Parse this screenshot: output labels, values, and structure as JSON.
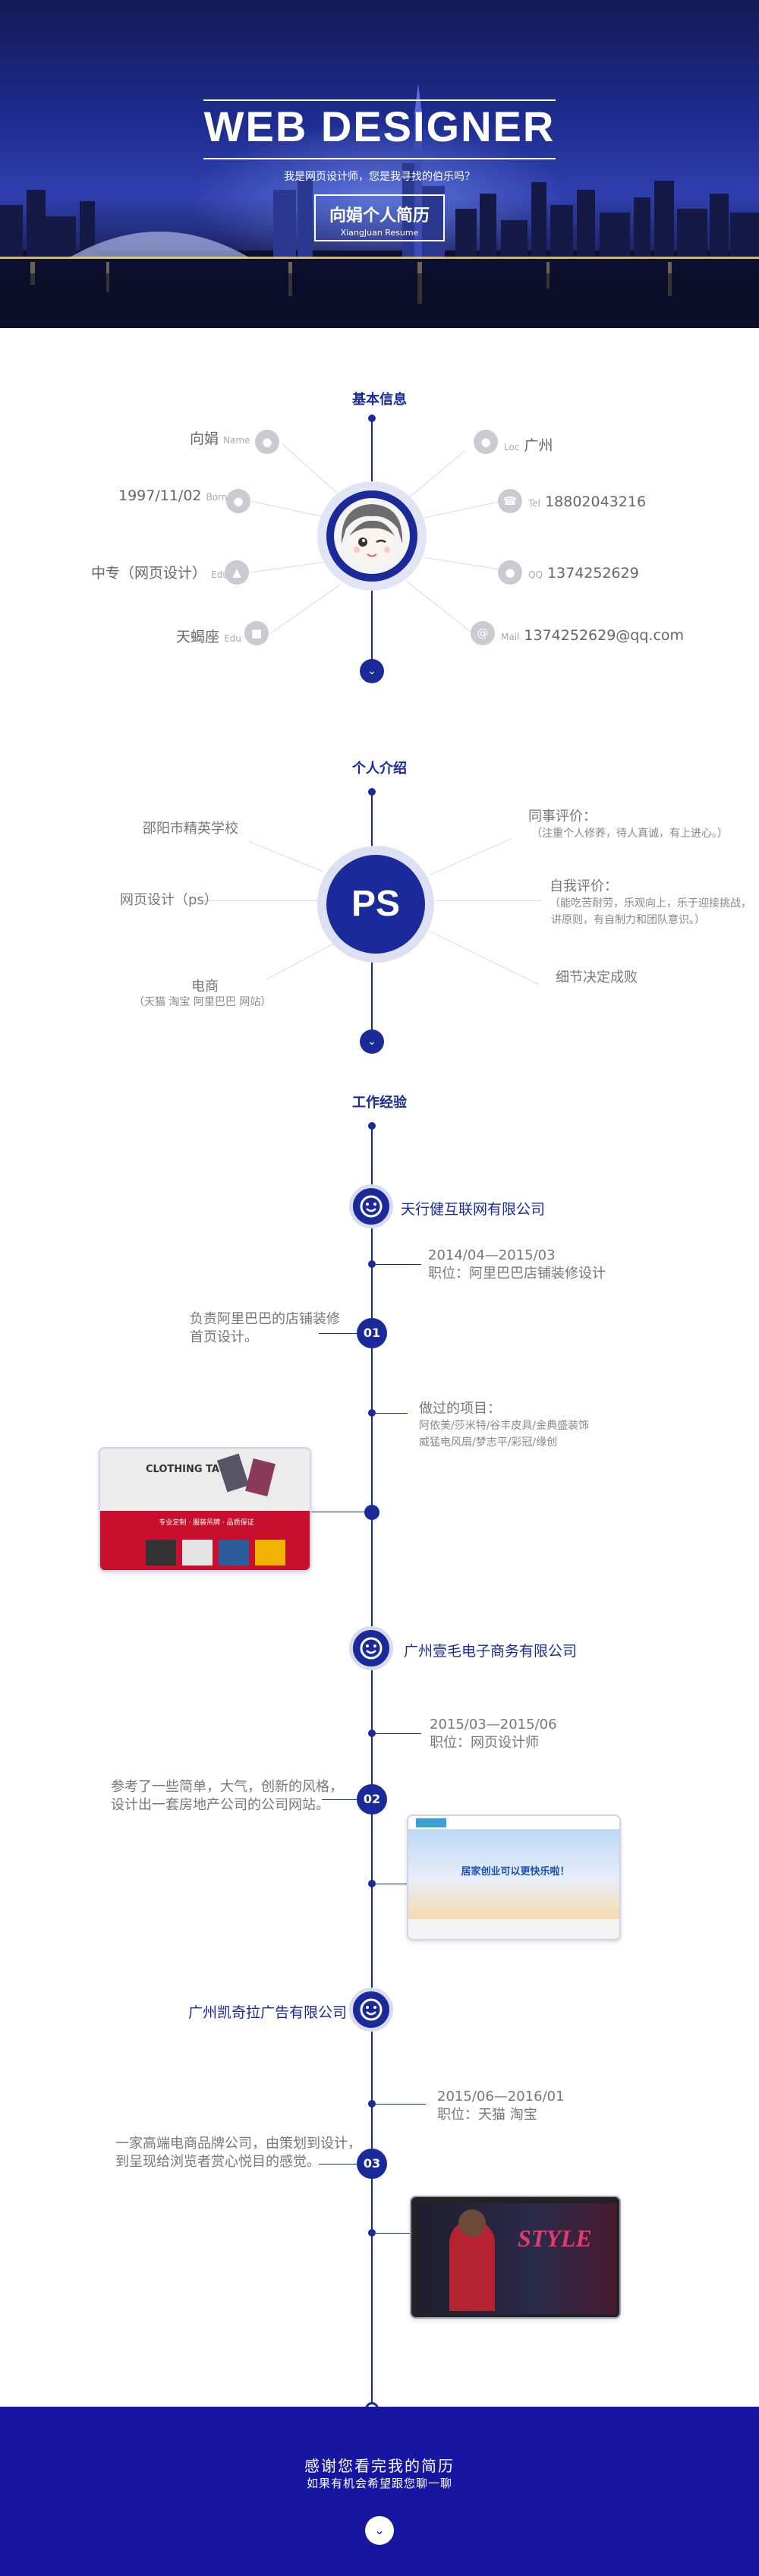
{
  "hero": {
    "title": "WEB DESIGNER",
    "subtitle": "我是网页设计师，您是我寻找的伯乐吗？",
    "name_cn": "向娟个人简历",
    "name_en": "XiangJuan  Resume"
  },
  "basic": {
    "title": "基本信息",
    "left": [
      {
        "value": "向娟",
        "tag": "Name",
        "icon": "user-icon"
      },
      {
        "value": "1997/11/02",
        "tag": "Born",
        "icon": "birthday-icon"
      },
      {
        "value": "中专（网页设计）",
        "tag": "Edu",
        "icon": "graduation-cap-icon"
      },
      {
        "value": "天蝎座",
        "tag": "Edu",
        "icon": "zodiac-icon"
      }
    ],
    "right": [
      {
        "value": "广州",
        "tag": "Loc",
        "icon": "location-icon"
      },
      {
        "value": "18802043216",
        "tag": "Tel",
        "icon": "phone-icon"
      },
      {
        "value": "1374252629",
        "tag": "QQ",
        "icon": "qq-icon"
      },
      {
        "value": "1374252629@qq.com",
        "tag": "Mail",
        "icon": "mail-icon"
      }
    ]
  },
  "intro": {
    "title": "个人介绍",
    "center": "PS",
    "school": "邵阳市精英学校",
    "web": "网页设计（ps）",
    "ecom": "电商",
    "ecom_sub": "（天猫 淘宝 阿里巴巴 网站）",
    "peer_title": "同事评价：",
    "peer_body": "（注重个人修养，待人真诚，有上进心。）",
    "self_title": "自我评价：",
    "self_body1": "（能吃苦耐劳，乐观向上，乐于迎接挑战，",
    "self_body2": "讲原则，有自制力和团队意识。）",
    "detail": "细节决定成败"
  },
  "work": {
    "title": "工作经验",
    "jobs": [
      {
        "company": "天行健互联网有限公司",
        "period": "2014/04—2015/03",
        "role": "职位：阿里巴巴店铺装修设计",
        "num": "01",
        "desc1": "负责阿里巴巴的店铺装修",
        "desc2": "首页设计。",
        "projects_title": "做过的项目：",
        "projects1": "阿依美/莎米特/谷丰皮具/金典盛装饰",
        "projects2": "威猛电风扇/梦志平/彩冠/缘创",
        "shot_title": "CLOTHING TAGS",
        "shot_sub": "专业定制 · 服装吊牌 · 品质保证"
      },
      {
        "company": "广州壹毛电子商务有限公司",
        "period": "2015/03—2015/06",
        "role": "职位：网页设计师",
        "num": "02",
        "desc1": "参考了一些简单，大气，创新的风格，",
        "desc2": "设计出一套房地产公司的公司网站。",
        "shot_title": "居家创业可以更快乐啦！"
      },
      {
        "company": "广州凯奇拉广告有限公司",
        "period": "2015/06—2016/01",
        "role": "职位：天猫  淘宝",
        "num": "03",
        "desc1": "一家高端电商品牌公司，由策划到设计，",
        "desc2": "到呈现给浏览者赏心悦目的感觉。",
        "shot_title": "STYLE"
      }
    ]
  },
  "footer": {
    "line1": "感谢您看完我的简历",
    "line2": "如果有机会希望跟您聊一聊"
  },
  "colors": {
    "primary": "#1b2a9b",
    "footer": "#1716a3",
    "icon_gray": "#c9cbd3"
  }
}
